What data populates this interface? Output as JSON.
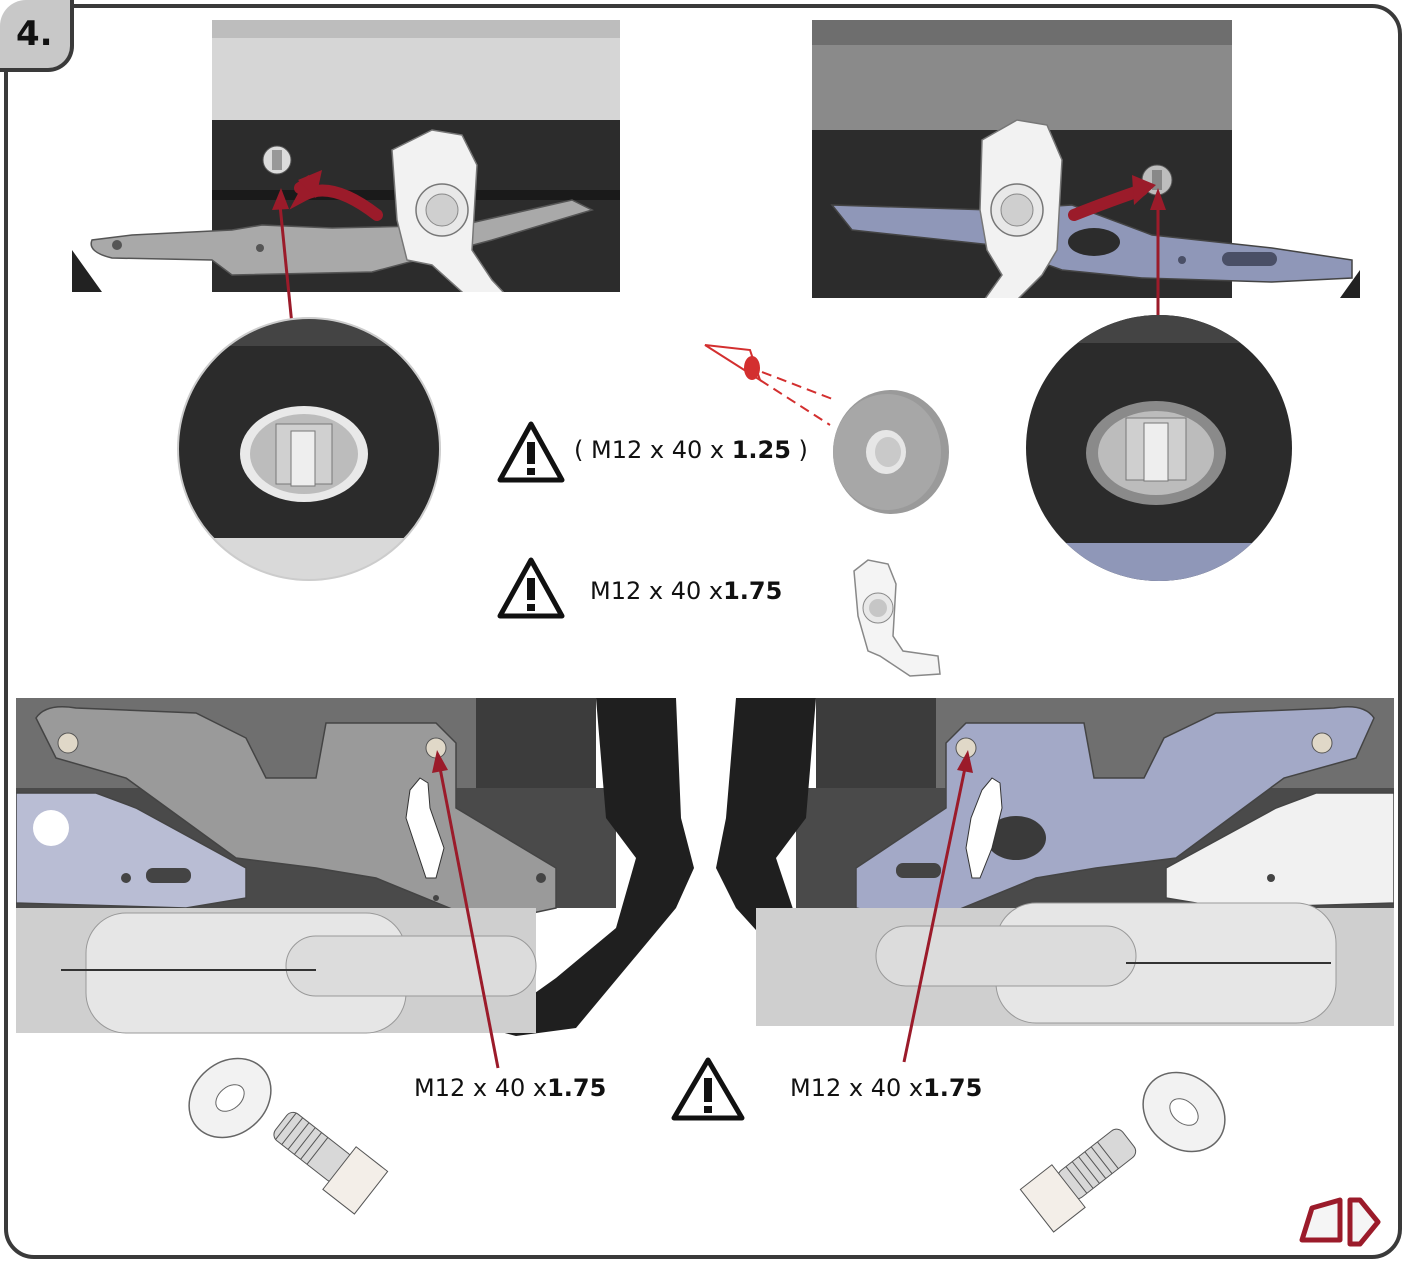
{
  "step": {
    "number": "4."
  },
  "callouts": {
    "thread_fine": {
      "prefix": "( M12 x 40 x ",
      "bold": "1.25",
      "suffix": " )"
    },
    "thread_coarse": {
      "prefix": "M12 x 40 x",
      "bold": "1.75"
    },
    "bolt_left": {
      "prefix": "M12 x 40 x",
      "bold": "1.75"
    },
    "bolt_right": {
      "prefix": "M12 x 40 x",
      "bold": "1.75"
    }
  },
  "icons": {
    "warning": "warning-triangle-icon",
    "eye": "eye-view-icon",
    "hand": "hand-icon",
    "next": "next-page-icon"
  },
  "colors": {
    "accent": "#9b1b2a",
    "frame": "#3a3a3a",
    "dark_metal": "#2e2e2e",
    "plate_grey": "#9a9a9a",
    "plate_blue": "#8f97b8",
    "eye_red": "#d32f2f"
  }
}
